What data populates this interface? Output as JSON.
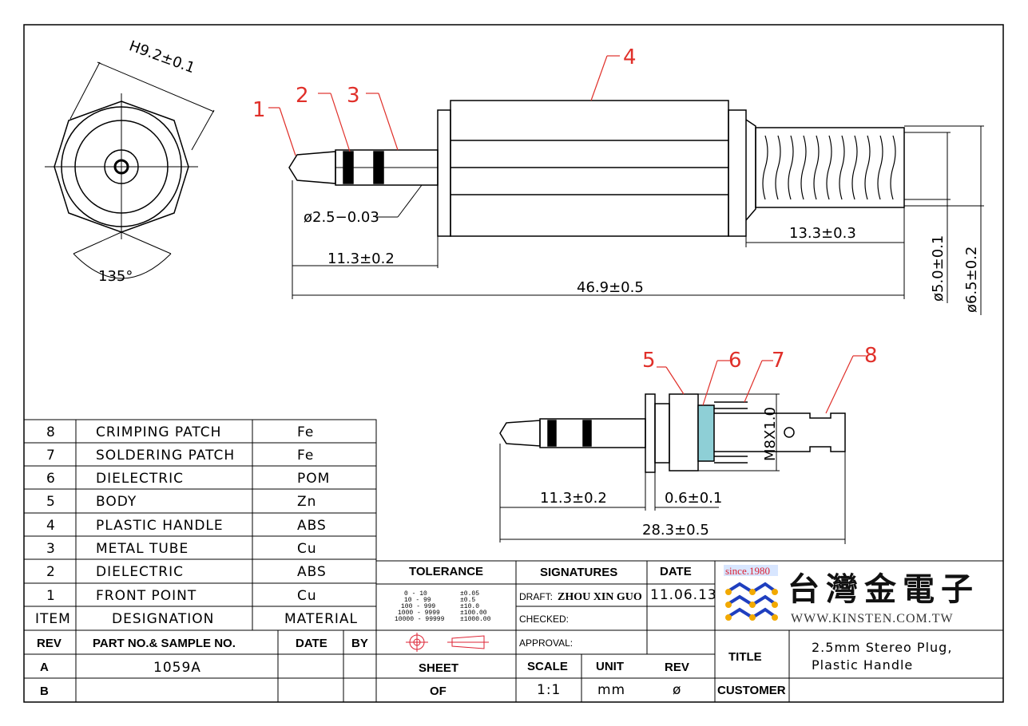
{
  "drawing": {
    "callouts": [
      "1",
      "2",
      "3",
      "4",
      "5",
      "6",
      "7",
      "8"
    ],
    "dimensions": {
      "hex_width": "H9.2±0.1",
      "angle": "135°",
      "tip_diameter": "ø2.5−0.03",
      "tip_length_top": "11.3±0.2",
      "overall_length": "46.9±0.5",
      "grip_length": "13.3±0.3",
      "dia_5": "ø5.0±0.1",
      "dia_6_5": "ø6.5±0.2",
      "thread": "M8X1.0",
      "tip_length_bottom": "11.3±0.2",
      "flange": "0.6±0.1",
      "inner_length": "28.3±0.5"
    }
  },
  "bom": {
    "rows": [
      {
        "item": "8",
        "designation": "CRIMPING  PATCH",
        "material": "Fe"
      },
      {
        "item": "7",
        "designation": "SOLDERING  PATCH",
        "material": "Fe"
      },
      {
        "item": "6",
        "designation": "DIELECTRIC",
        "material": "POM"
      },
      {
        "item": "5",
        "designation": "BODY",
        "material": "Zn"
      },
      {
        "item": "4",
        "designation": "PLASTIC  HANDLE",
        "material": "ABS"
      },
      {
        "item": "3",
        "designation": "METAL  TUBE",
        "material": "Cu"
      },
      {
        "item": "2",
        "designation": "DIELECTRIC",
        "material": "ABS"
      },
      {
        "item": "1",
        "designation": "FRONT  POINT",
        "material": "Cu"
      }
    ],
    "header": {
      "item": "ITEM",
      "designation": "DESIGNATION",
      "material": "MATERIAL"
    }
  },
  "revisions": {
    "header": {
      "rev": "REV",
      "part": "PART NO.& SAMPLE NO.",
      "date": "DATE",
      "by": "BY"
    },
    "rows": [
      {
        "rev": "A",
        "part": "1059A",
        "date": "",
        "by": ""
      },
      {
        "rev": "B",
        "part": "",
        "date": "",
        "by": ""
      }
    ]
  },
  "tolerance": {
    "label": "TOLERANCE",
    "rows": [
      {
        "range": "0  -  10",
        "tol": "±0.05"
      },
      {
        "range": "10  -  99",
        "tol": "±0.5"
      },
      {
        "range": "100  -  999",
        "tol": "±10.0"
      },
      {
        "range": "1000  -  9999",
        "tol": "±100.00"
      },
      {
        "range": "10000 - 99999",
        "tol": "±1000.00"
      }
    ]
  },
  "signatures": {
    "label": "SIGNATURES",
    "date_label": "DATE",
    "draft_label": "DRAFT:",
    "draft_name": "ZHOU XIN GUO",
    "draft_date": "11.06.13",
    "checked_label": "CHECKED:",
    "approval_label": "APPROVAL:"
  },
  "sheet": {
    "sheet_label": "SHEET",
    "of_label": "OF"
  },
  "scale": {
    "scale_label": "SCALE",
    "unit_label": "UNIT",
    "rev_label": "REV",
    "scale_value": "1:1",
    "unit_value": "mm",
    "rev_value": "ø"
  },
  "company": {
    "since": "since.1980",
    "chinese_name": "台灣金電子",
    "website": "WWW.KINSTEN.COM.TW"
  },
  "title_block": {
    "title_label": "TITLE",
    "title_line1": "2.5mm  Stereo  Plug,",
    "title_line2": "Plastic  Handle",
    "customer_label": "CUSTOMER"
  },
  "colors": {
    "callout": "#e0302a",
    "line": "#000000",
    "dielectric": "#8ecfd6"
  }
}
